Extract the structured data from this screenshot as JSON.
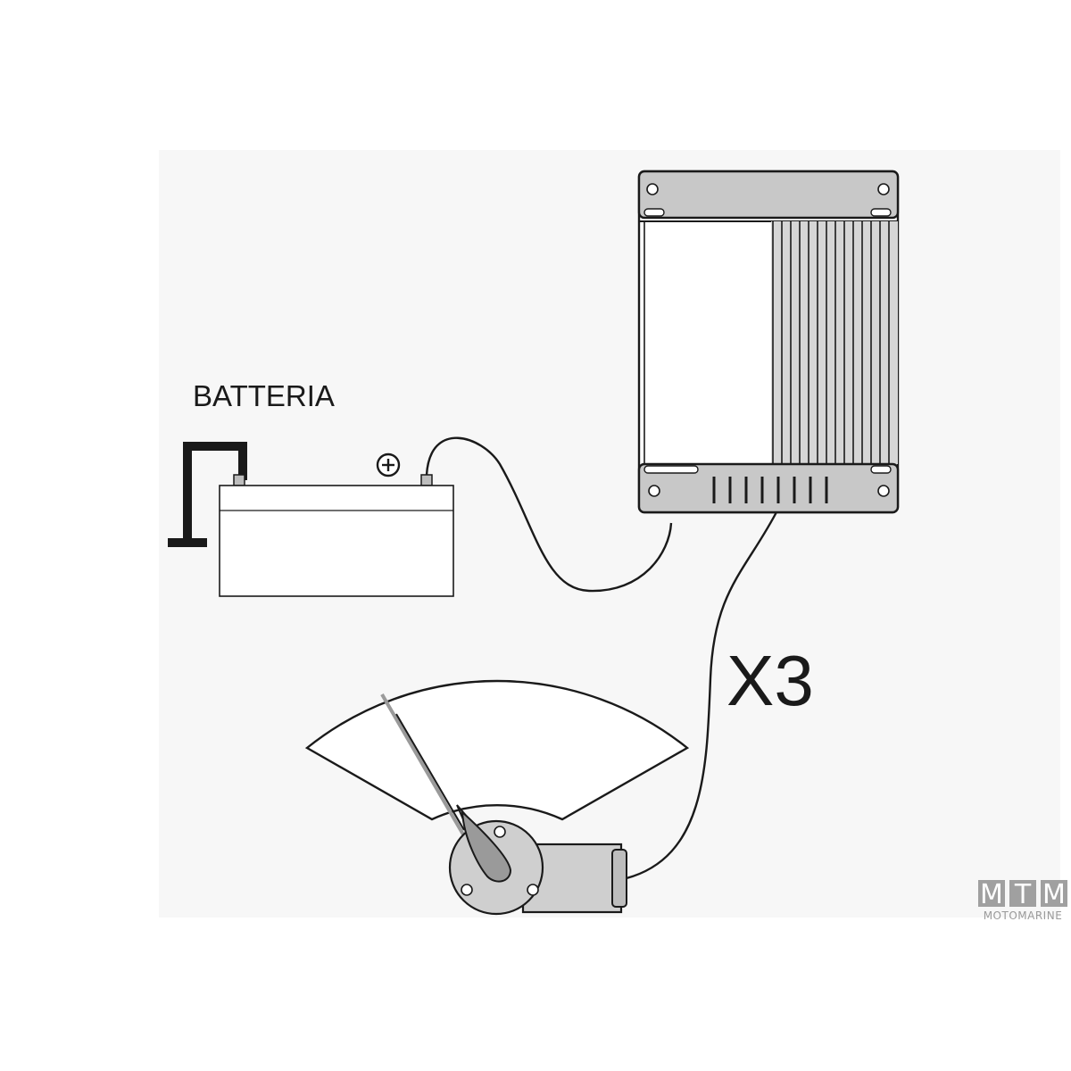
{
  "labels": {
    "battery": "BATTERIA",
    "quantity": "X3",
    "positive_terminal": "+"
  },
  "logo": {
    "letters": [
      "M",
      "T",
      "M"
    ],
    "subtitle": "MOTOMARINE"
  },
  "colors": {
    "line": "#1a1a1a",
    "controller_panel": "#c8c8c8",
    "motor_fill": "#cfcfcf",
    "logo_box": "#a0a0a0",
    "background_tint": "#f7f7f7"
  },
  "icons": {
    "ground": "ground-symbol-icon",
    "positive": "plus-circle-icon"
  }
}
